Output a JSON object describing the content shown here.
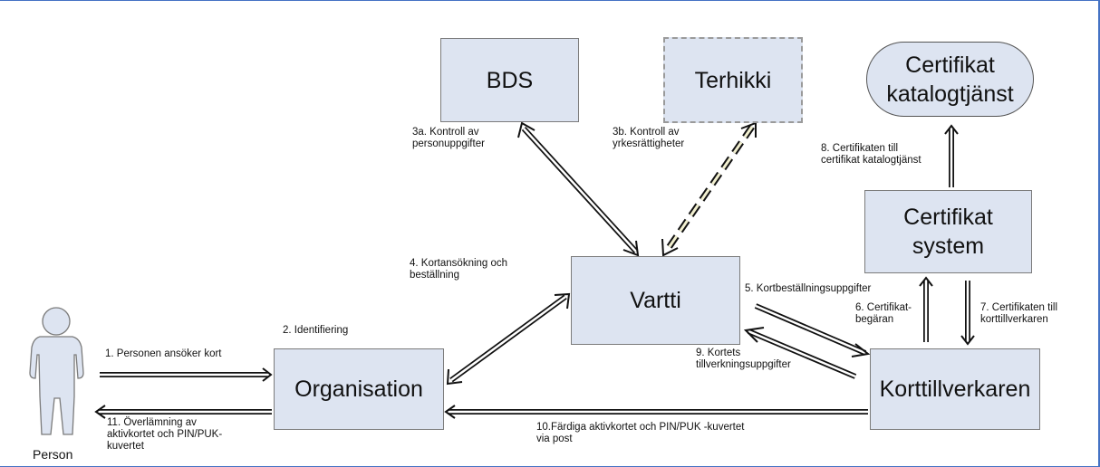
{
  "nodes": {
    "bds": "BDS",
    "terhikki": "Terhikki",
    "cert_catalog_line1": "Certifikat",
    "cert_catalog_line2": "katalogtjänst",
    "cert_system_line1": "Certifikat",
    "cert_system_line2": "system",
    "vartti": "Vartti",
    "organisation": "Organisation",
    "korttillverkaren": "Korttillverkaren",
    "person": "Person"
  },
  "labels": {
    "l3a_1": "3a. Kontroll av",
    "l3a_2": "personuppgifter",
    "l3b_1": "3b. Kontroll av",
    "l3b_2": "yrkesrättigheter",
    "l8_1": "8. Certifikaten till",
    "l8_2": "certifikat katalogtjänst",
    "l4_1": "4. Kortansökning och",
    "l4_2": "beställning",
    "l5": "5. Kortbeställningsuppgifter",
    "l6_1": "6. Certifikat-",
    "l6_2": "begäran",
    "l7_1": "7. Certifikaten till",
    "l7_2": "korttillverkaren",
    "l2": "2. Identifiering",
    "l1": "1. Personen ansöker kort",
    "l9_1": "9. Kortets",
    "l9_2": "tillverkningsuppgifter",
    "l11_1": "11. Överlämning av",
    "l11_2": "aktivkortet och PIN/PUK-",
    "l11_3": "kuvertet",
    "l10_1": "10.Färdiga aktivkortet och PIN/PUK -kuvertet",
    "l10_2": "via post"
  },
  "colors": {
    "box_fill": "#dde4f1",
    "frame": "#4472c4",
    "dashed_line_fill": "#f2f0d0"
  }
}
